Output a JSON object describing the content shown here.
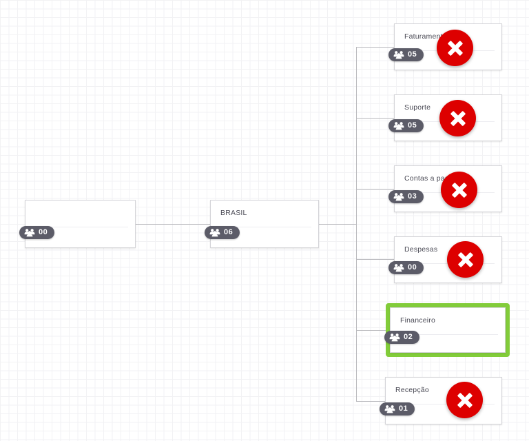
{
  "canvas": {
    "background": "#ffffff",
    "grid_color": "#e7e7ea",
    "connector_color": "#b9b9bd"
  },
  "colors": {
    "selection_green": "#82cc3a",
    "status_red": "#dd0000",
    "badge_gray": "#5c5c68",
    "title_text": "#4a4a55"
  },
  "icons": {
    "users": "users-icon",
    "status_blocked": "remove-circle-icon"
  },
  "chart_data": {
    "type": "org-chart",
    "title": "",
    "orientation": "left-to-right",
    "nodes": [
      {
        "id": "root",
        "label": "",
        "count": "00",
        "status": "none",
        "selected": false,
        "level": 0
      },
      {
        "id": "brasil",
        "label": "BRASIL",
        "count": "06",
        "status": "none",
        "selected": false,
        "level": 1
      },
      {
        "id": "faturamento",
        "label": "Faturamento",
        "count": "05",
        "status": "blocked",
        "selected": false,
        "level": 2
      },
      {
        "id": "suporte",
        "label": "Suporte",
        "count": "05",
        "status": "blocked",
        "selected": false,
        "level": 2
      },
      {
        "id": "contas-a-pagar",
        "label": "Contas a pagar",
        "count": "03",
        "status": "blocked",
        "selected": false,
        "level": 2
      },
      {
        "id": "despesas",
        "label": "Despesas",
        "count": "00",
        "status": "blocked",
        "selected": false,
        "level": 2
      },
      {
        "id": "financeiro",
        "label": "Financeiro",
        "count": "02",
        "status": "none",
        "selected": true,
        "level": 2
      },
      {
        "id": "recepcao",
        "label": "Recepção",
        "count": "01",
        "status": "blocked",
        "selected": false,
        "level": 2
      }
    ],
    "edges": [
      {
        "from": "root",
        "to": "brasil"
      },
      {
        "from": "brasil",
        "to": "faturamento"
      },
      {
        "from": "brasil",
        "to": "suporte"
      },
      {
        "from": "brasil",
        "to": "contas-a-pagar"
      },
      {
        "from": "brasil",
        "to": "despesas"
      },
      {
        "from": "brasil",
        "to": "financeiro"
      },
      {
        "from": "brasil",
        "to": "recepcao"
      }
    ]
  },
  "nodes": {
    "root": {
      "label": "",
      "count": "00"
    },
    "brasil": {
      "label": "BRASIL",
      "count": "06"
    },
    "faturamento": {
      "label": "Faturamento",
      "count": "05"
    },
    "suporte": {
      "label": "Suporte",
      "count": "05"
    },
    "contas_a_pagar": {
      "label": "Contas a pagar",
      "count": "03"
    },
    "despesas": {
      "label": "Despesas",
      "count": "00"
    },
    "financeiro": {
      "label": "Financeiro",
      "count": "02"
    },
    "recepcao": {
      "label": "Recepção",
      "count": "01"
    }
  }
}
